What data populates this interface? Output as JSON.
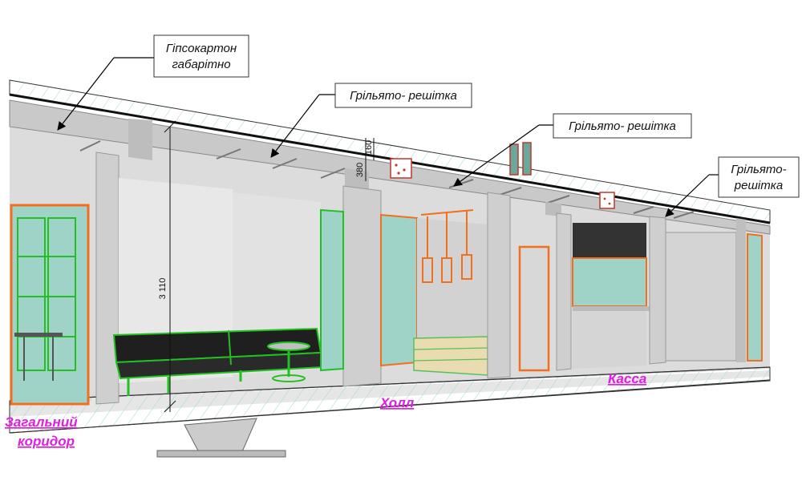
{
  "callouts": {
    "drywall": "Гіпсокартон",
    "drywall_line2": "габарітно",
    "grille1": "Грільято- решітка",
    "grille2": "Грільято- решітка",
    "grille3_line1": "Грільято-",
    "grille3_line2": "решітка"
  },
  "rooms": {
    "corridor_line1": "Загальний",
    "corridor_line2": "коридор",
    "hall": "Холл",
    "cashier": "Касса"
  },
  "dimensions": {
    "height": "3 110",
    "d1": "380",
    "d2": "160"
  },
  "colors": {
    "label": "#e020e0",
    "glass": "#9fd3c7",
    "frame": "#f07020",
    "furniture": "#22c022",
    "wall": "#d9d9d9"
  }
}
